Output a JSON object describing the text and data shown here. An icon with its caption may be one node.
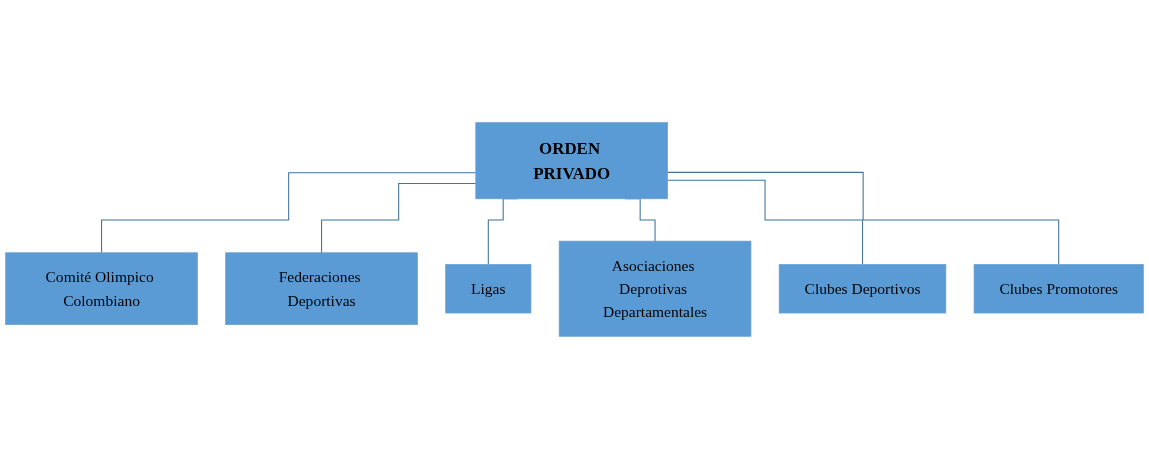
{
  "diagram": {
    "nodes": [
      {
        "text": [
          "ORDEN PRIVADO"
        ]
      },
      {
        "text": [
          "Comité Olimpico Colombiano"
        ]
      },
      {
        "text": [
          "Federaciones Deportivas"
        ]
      },
      {
        "text": [
          "Ligas"
        ]
      },
      {
        "text": [
          "Asociaciones Deprotivas Departamentales"
        ]
      },
      {
        "text": [
          "Clubes Deportivos"
        ]
      },
      {
        "text": [
          "Clubes Promotores"
        ]
      }
    ],
    "edges": [
      {
        "from": 0,
        "to": 1,
        "arrow": "none"
      },
      {
        "from": 0,
        "to": 2,
        "arrow": "none"
      },
      {
        "from": 0,
        "to": 3,
        "arrow": "none"
      },
      {
        "from": 0,
        "to": 4,
        "arrow": "none"
      },
      {
        "from": 0,
        "to": 5,
        "arrow": "none"
      },
      {
        "from": 0,
        "to": 6,
        "arrow": "none"
      }
    ]
  }
}
